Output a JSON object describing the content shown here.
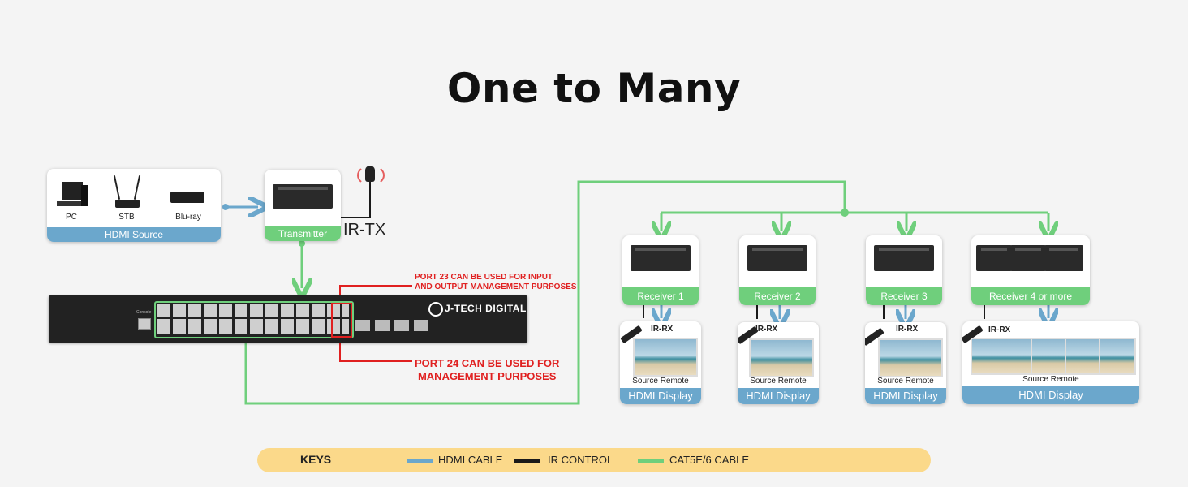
{
  "title": "One to Many",
  "source": {
    "label": "HDMI Source",
    "devices": [
      "PC",
      "STB",
      "Blu-ray"
    ]
  },
  "transmitter": {
    "label": "Transmitter",
    "ir": "IR-TX"
  },
  "switch": {
    "brand": "J-TECH DIGITAL",
    "console_label": "Console",
    "note_port23": [
      "PORT 23  CAN BE USED FOR INPUT",
      "AND OUTPUT MANAGEMENT PURPOSES"
    ],
    "note_port24": [
      "PORT 24 CAN BE USED FOR",
      "MANAGEMENT PURPOSES"
    ]
  },
  "receivers": [
    {
      "label": "Receiver 1",
      "ir": "IR-RX",
      "remote": "Source Remote",
      "display": "HDMI Display"
    },
    {
      "label": "Receiver 2",
      "ir": "IR-RX",
      "remote": "Source Remote",
      "display": "HDMI Display"
    },
    {
      "label": "Receiver 3",
      "ir": "IR-RX",
      "remote": "Source Remote",
      "display": "HDMI Display"
    },
    {
      "label": "Receiver 4 or more",
      "ir": "IR-RX",
      "remote": "Source Remote",
      "display": "HDMI Display"
    }
  ],
  "keys": {
    "title": "KEYS",
    "items": [
      {
        "label": "HDMI CABLE",
        "color": "#6ba7cc"
      },
      {
        "label": "IR CONTROL",
        "color": "#1a1a1a"
      },
      {
        "label": "CAT5E/6 CABLE",
        "color": "#6fcf7c"
      }
    ]
  },
  "colors": {
    "hdmi": "#6ba7cc",
    "ir": "#1a1a1a",
    "cat": "#6fcf7c",
    "note": "#e02020"
  }
}
